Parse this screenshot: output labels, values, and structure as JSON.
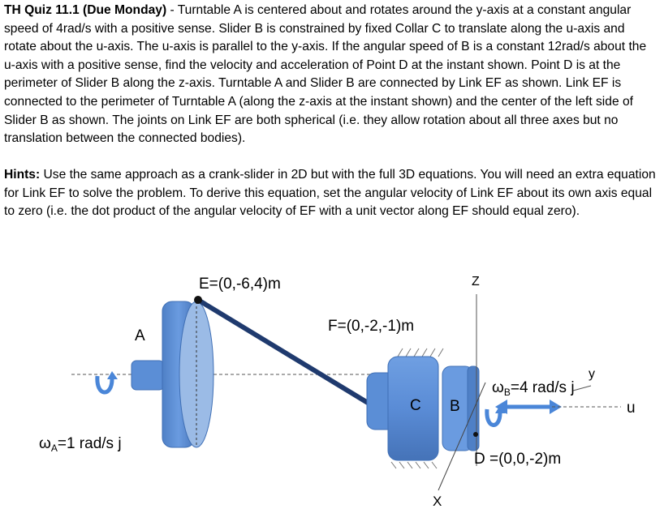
{
  "problem": {
    "title": "TH Quiz 11.1 (Due Monday)",
    "text": " - Turntable A is centered about and rotates around the y-axis at a constant angular speed of 4rad/s with a positive sense.  Slider B is constrained by fixed Collar C to translate along the u-axis and rotate about the u-axis.  The u-axis is parallel to the y-axis.  If the angular speed of B is a constant 12rad/s about the u-axis with a positive sense, find the velocity and acceleration of Point D at the instant shown.  Point D is at the perimeter of Slider B along the z-axis.  Turntable A and Slider B are connected by Link EF as shown.  Link EF is connected to the perimeter of Turntable A (along the z-axis at the instant shown) and the center of the left side of Slider B as shown.  The joints on Link EF are both spherical (i.e. they allow rotation about all three axes but no translation between the connected bodies)."
  },
  "hints": {
    "label": "Hints:",
    "text": " Use the same approach as a crank-slider in 2D but with the full 3D equations.  You will need an extra equation for Link EF to solve the problem.  To derive this equation, set the angular velocity of Link EF about its own axis equal to zero (i.e. the dot product of the angular velocity of EF with a unit vector along EF should equal zero)."
  },
  "figure": {
    "point_E": "E=(0,-6,4)m",
    "point_F": "F=(0,-2,-1)m",
    "point_D": "D =(0,0,-2)m",
    "label_A": "A",
    "label_B": "B",
    "label_C": "C",
    "axis_z": "Z",
    "axis_x": "X",
    "axis_y": "y",
    "axis_u": "u",
    "omega_A": {
      "sym": "ω",
      "sub": "A",
      "rest": "=1 rad/s j"
    },
    "omega_B": {
      "sym": "ω",
      "sub": "B",
      "rest": "=4 rad/s j"
    },
    "colors": {
      "body": "#5b8ed6",
      "body_dark": "#3f6fb5",
      "link": "#1f3a6e",
      "arrow": "#4a86d8"
    }
  }
}
